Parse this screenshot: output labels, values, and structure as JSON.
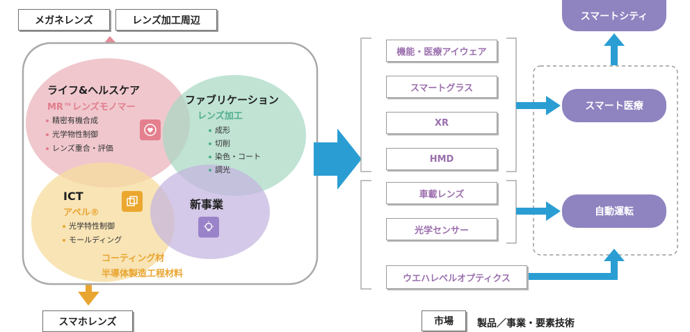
{
  "top_tags": [
    "メガネレンズ",
    "レンズ加工周辺"
  ],
  "bottom_tag": "スマホレンズ",
  "life": {
    "title": "ライフ&ヘルスケア",
    "sub": "MR™レンズモノマー",
    "items": [
      "精密有機合成",
      "光学物性制御",
      "レンズ重合・評価"
    ]
  },
  "fab": {
    "title": "ファブリケーション",
    "sub": "レンズ加工",
    "items": [
      "成形",
      "切削",
      "染色・コート",
      "調光"
    ]
  },
  "ict": {
    "title": "ICT",
    "sub": "アペル®",
    "items": [
      "光学特性制御",
      "モールディング"
    ],
    "extra": [
      "コーティング材",
      "半導体製造工程材料"
    ]
  },
  "newbiz": {
    "title": "新事業"
  },
  "products": [
    "機能・医療アイウェア",
    "スマートグラス",
    "XR",
    "HMD",
    "車載レンズ",
    "光学センサー",
    "ウエハレベルオプティクス"
  ],
  "markets": [
    "スマートシティ",
    "スマート医療",
    "自動運転"
  ],
  "legend": {
    "market": "市場",
    "products": "製品／事業・要素技術"
  },
  "colors": {
    "life": "#eab7bf",
    "fab": "#a8d8c4",
    "ict": "#f6dca0",
    "newbiz": "#c3b4df",
    "arrow": "#2a9ed3",
    "pill": "#8f83c0",
    "product_text": "#9b6fae",
    "life_sub": "#e27d8c",
    "fab_sub": "#4fae8d",
    "ict_sub": "#e9a531"
  },
  "icons": [
    "heart-hand-icon",
    "layers-icon",
    "lightbulb-icon"
  ]
}
